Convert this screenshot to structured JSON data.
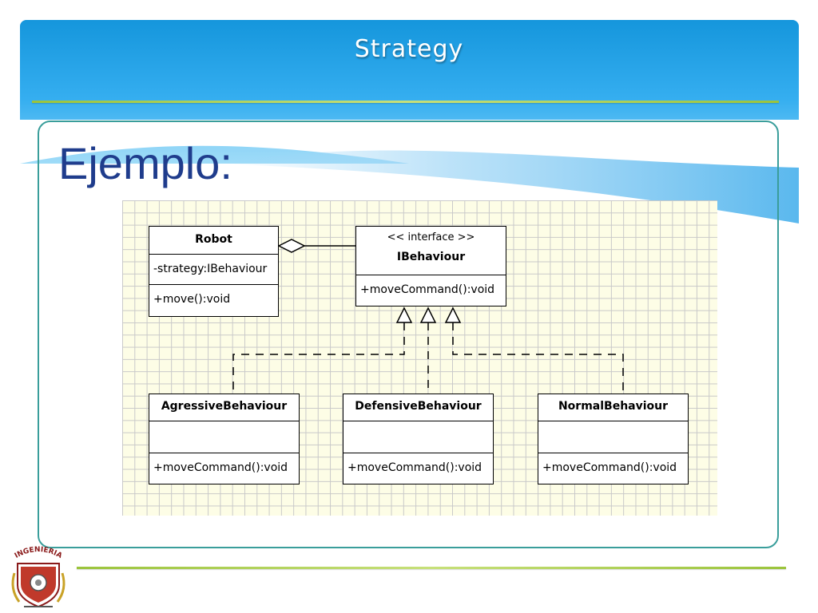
{
  "slide": {
    "title": "Strategy",
    "heading": "Ejemplo:",
    "colors": {
      "header_blue": "#1596dc",
      "green_rule": "#9bc43c",
      "frame_teal": "#3a9e9b",
      "heading_blue": "#1f3c8c"
    }
  },
  "diagram": {
    "robot": {
      "name": "Robot",
      "attribute": "-strategy:IBehaviour",
      "operation": "+move():void"
    },
    "ibehaviour": {
      "stereotype": "<< interface >>",
      "name": "IBehaviour",
      "operation": "+moveCommand():void"
    },
    "agressive": {
      "name": "AgressiveBehaviour",
      "attribute": "",
      "operation": "+moveCommand():void"
    },
    "defensive": {
      "name": "DefensiveBehaviour",
      "attribute": "",
      "operation": "+moveCommand():void"
    },
    "normal": {
      "name": "NormalBehaviour",
      "attribute": "",
      "operation": "+moveCommand():void"
    }
  },
  "logo": {
    "text": "INGENIERIA",
    "icon": "faculty-crest-icon"
  }
}
